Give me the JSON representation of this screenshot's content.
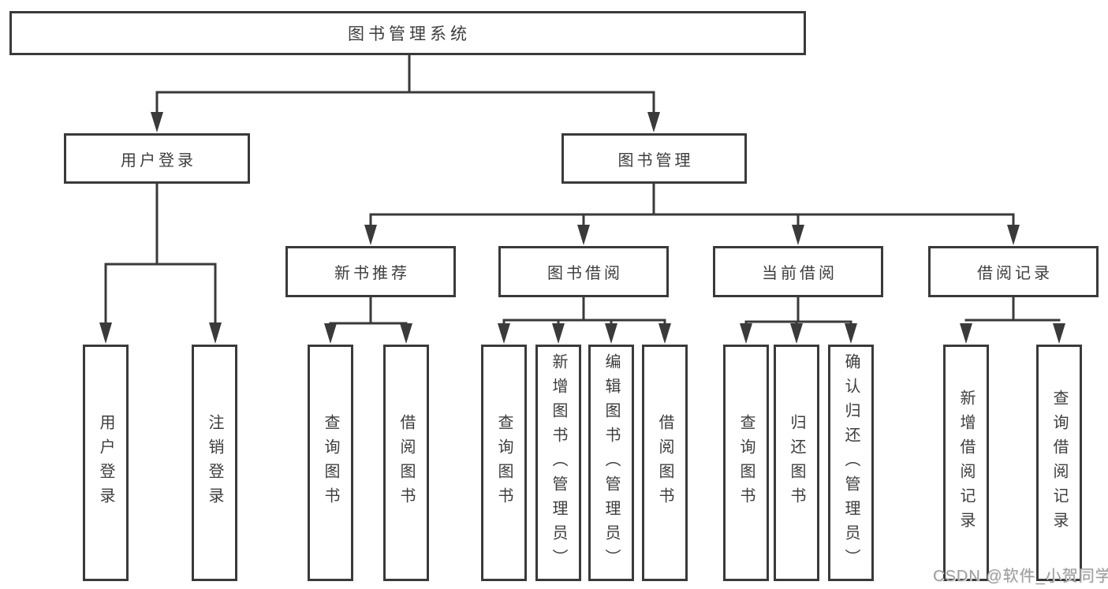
{
  "diagram": {
    "root": "图书管理系统",
    "branches": {
      "user_login": {
        "label": "用户登录",
        "children": [
          "用户登录",
          "注销登录"
        ]
      },
      "book_management": {
        "label": "图书管理",
        "sections": [
          {
            "label": "新书推荐",
            "children": [
              "查询图书",
              "借阅图书"
            ]
          },
          {
            "label": "图书借阅",
            "children": [
              "查询图书",
              "新增图书（管理员）",
              "编辑图书（管理员）",
              "借阅图书"
            ]
          },
          {
            "label": "当前借阅",
            "children": [
              "查询图书",
              "归还图书",
              "确认归还（管理员）"
            ]
          },
          {
            "label": "借阅记录",
            "children": [
              "新增借阅记录",
              "查询借阅记录"
            ]
          }
        ]
      }
    }
  },
  "watermark": "CSDN @软件_小贺同学",
  "colors": {
    "line": "#3a3a3a",
    "text": "#3d3d3d",
    "watermark": "#9d9da2",
    "background": "#ffffff"
  }
}
